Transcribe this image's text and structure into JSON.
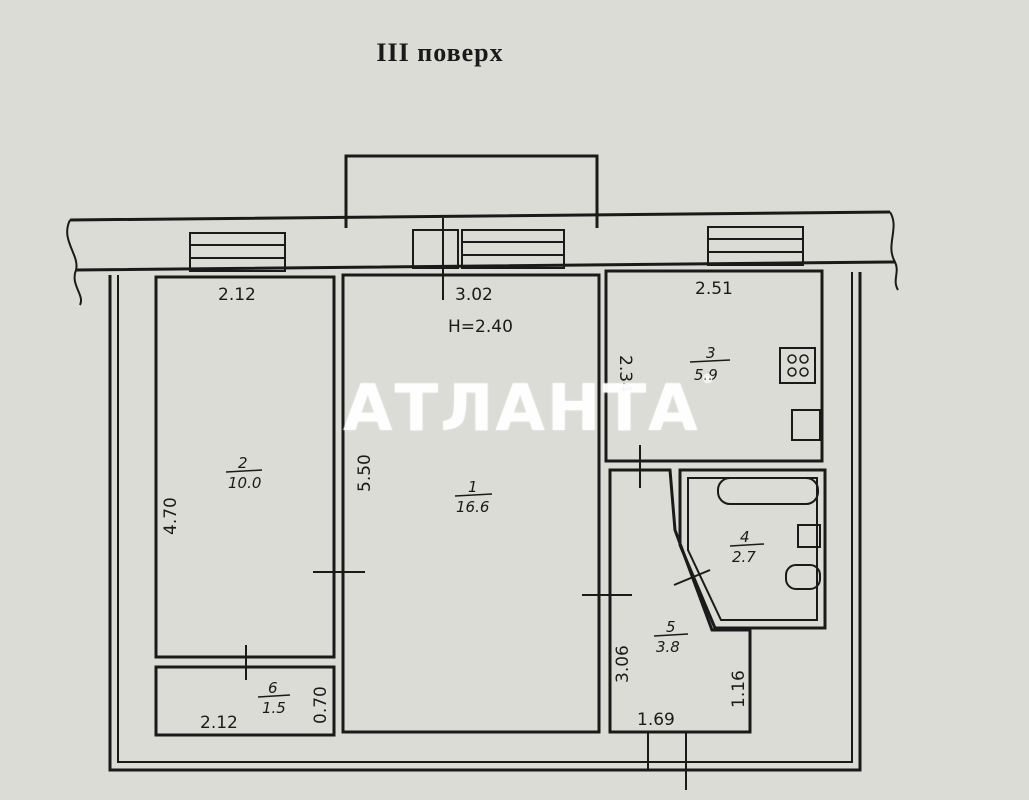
{
  "title": "III поверх",
  "watermark": "АТЛАНТА",
  "ceiling_height": "H=2.40",
  "rooms": [
    {
      "num": "1",
      "area": "16.6"
    },
    {
      "num": "2",
      "area": "10.0"
    },
    {
      "num": "3",
      "area": "5.9"
    },
    {
      "num": "4",
      "area": "2.7"
    },
    {
      "num": "5",
      "area": "3.8"
    },
    {
      "num": "6",
      "area": "1.5"
    }
  ],
  "dimensions": {
    "r2_width": "2.12",
    "r1_width": "3.02",
    "r3_width": "2.51",
    "r3_height": "2.34",
    "r1_height": "5.50",
    "r2_height": "4.70",
    "r5_height": "3.06",
    "r5_side": "1.16",
    "r5_width": "1.69",
    "r6_width": "2.12",
    "r6_height": "0.70"
  },
  "colors": {
    "background": "#dcdcd6",
    "line": "#1a1a1a"
  }
}
